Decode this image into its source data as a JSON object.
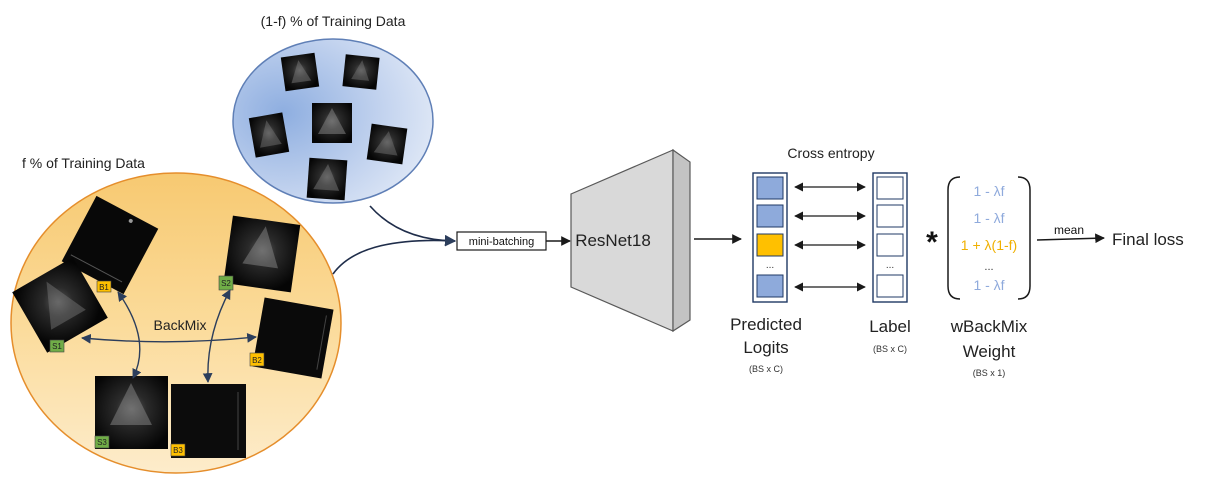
{
  "top_group": {
    "title": "(1-f) % of Training Data"
  },
  "left_group": {
    "title": "f % of Training Data",
    "backmix_label": "BackMix",
    "tags": {
      "b1": "B1",
      "b2": "B2",
      "b3": "B3",
      "s1": "S1",
      "s2": "S2",
      "s3": "S3"
    }
  },
  "pipeline": {
    "mini_batching": "mini-batching",
    "model": "ResNet18",
    "cross_entropy": "Cross entropy",
    "ellipsis": "...",
    "predicted_logits": {
      "line1": "Predicted",
      "line2": "Logits",
      "shape": "(BS x C)"
    },
    "label": {
      "text": "Label",
      "shape": "(BS x C)"
    },
    "multiply": "*",
    "weights": [
      "1 - λf",
      "1 - λf",
      "1 + λ(1-f)",
      "...",
      "1 - λf"
    ],
    "weight_label": {
      "line1": "wBackMix",
      "line2": "Weight",
      "shape": "(BS x 1)"
    },
    "mean": "mean",
    "final_loss": "Final loss"
  },
  "colors": {
    "logit_blue": "#8eaadb",
    "logit_orange": "#ffc000",
    "box_border": "#1f3864",
    "weight_blue": "#8faadc",
    "weight_orange": "#f0b000",
    "tag_green": "#70ad47",
    "tag_orange": "#ffc000"
  }
}
